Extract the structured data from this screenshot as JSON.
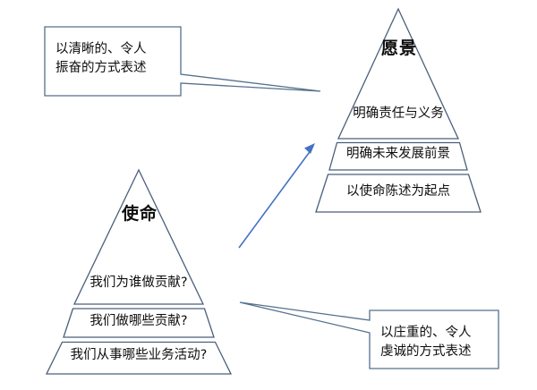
{
  "diagram": {
    "type": "two-pyramid-comparison",
    "background_color": "#ffffff",
    "stroke_color": "#4a5f7a",
    "arrow_color": "#4472c4",
    "text_color": "#0d0d0d"
  },
  "vision_pyramid": {
    "title": "愿景",
    "bands": [
      {
        "label": "明确责任与义务"
      },
      {
        "label": "明确未来发展前景"
      },
      {
        "label": "以使命陈述为起点"
      }
    ]
  },
  "mission_pyramid": {
    "title": "使命",
    "bands": [
      {
        "label": "我们为谁做贡献?"
      },
      {
        "label": "我们做哪些贡献?"
      },
      {
        "label": "我们从事哪些业务活动?"
      }
    ]
  },
  "callouts": [
    {
      "id": "vision-callout",
      "text": "以清晰的、令人\n振奋的方式表述",
      "points_to": "vision_pyramid"
    },
    {
      "id": "mission-callout",
      "text": "以庄重的、令人\n虔诚的方式表述",
      "points_to": "mission_pyramid"
    }
  ],
  "connector": {
    "name": "mission-to-vision-arrow",
    "from": "mission_pyramid",
    "to": "vision_pyramid"
  }
}
